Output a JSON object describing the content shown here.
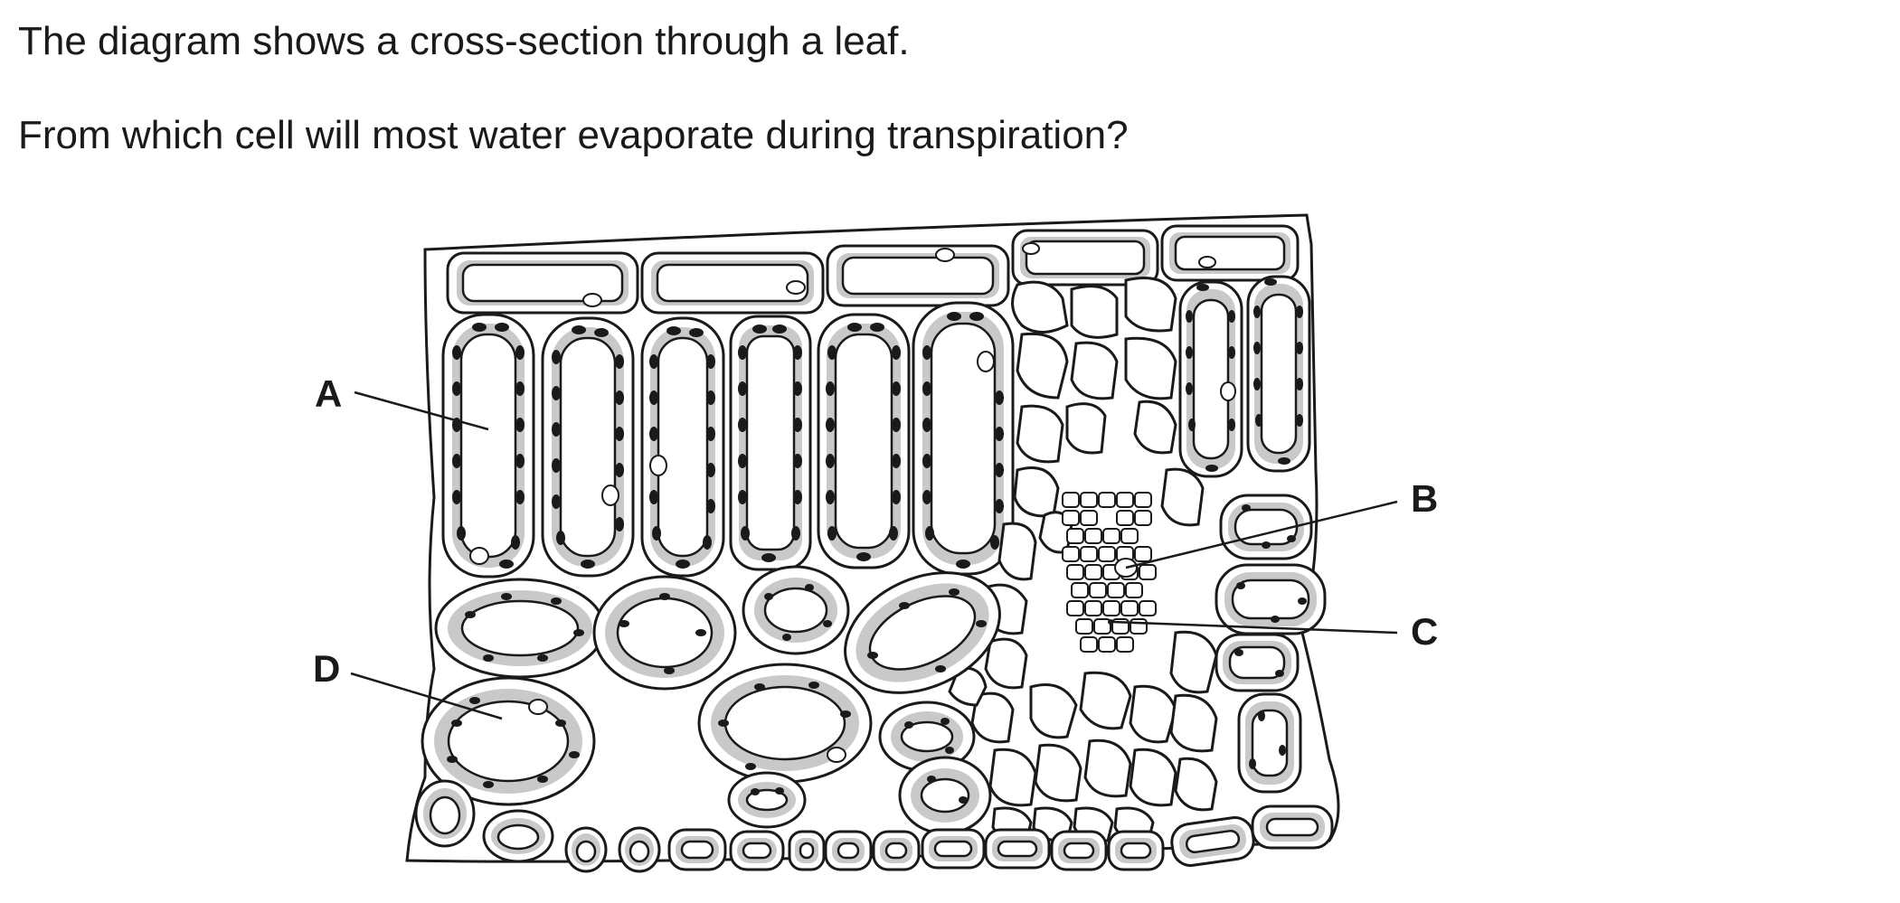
{
  "question": {
    "line1": "The diagram shows a cross-section through a leaf.",
    "line2": "From which cell will most water evaporate during transpiration?"
  },
  "labels": {
    "a": "A",
    "b": "B",
    "c": "C",
    "d": "D"
  }
}
